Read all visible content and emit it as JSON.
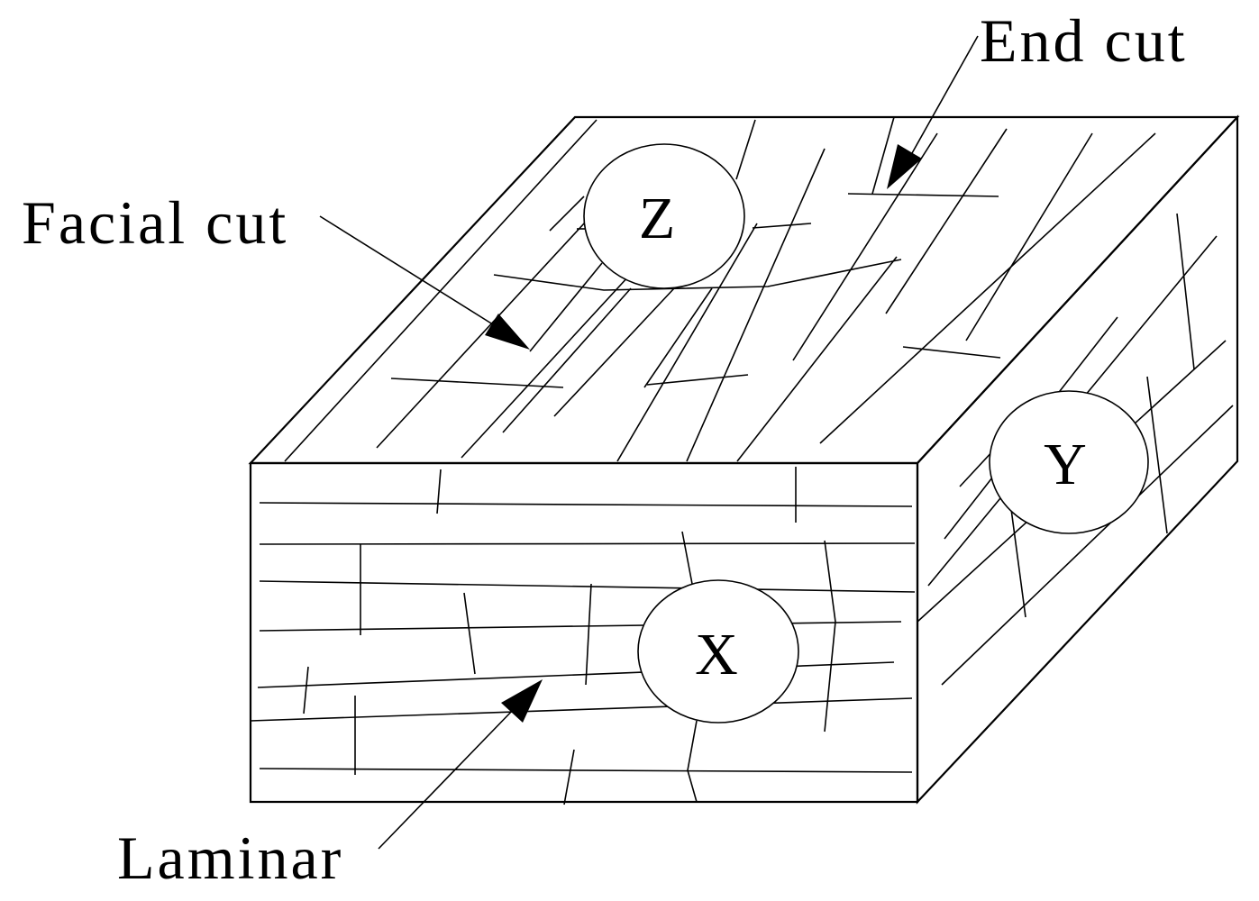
{
  "labels": {
    "end_cut": "End cut",
    "facial_cut": "Facial cut",
    "laminar": "Laminar"
  },
  "axes": {
    "x": "X",
    "y": "Y",
    "z": "Z"
  }
}
